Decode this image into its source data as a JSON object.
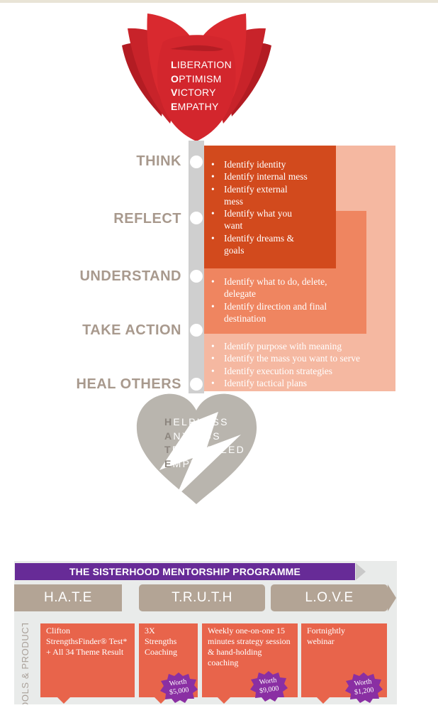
{
  "colors": {
    "tulip_red": "#d3262d",
    "stem_grey": "#cfcfcf",
    "label_taupe": "#a8998d",
    "box_dark": "#d24a1d",
    "box_mid": "#ef8560",
    "box_light": "#f5b8a1",
    "heart_grey": "#b9b5ae",
    "programme_purple": "#672b97",
    "stage_bar": "#b3a495",
    "card_coral": "#e8644b",
    "badge_purple": "#8a2fa3"
  },
  "love": [
    {
      "initial": "L",
      "rest": "IBERATION"
    },
    {
      "initial": "O",
      "rest": "PTIMISM"
    },
    {
      "initial": "V",
      "rest": "ICTORY"
    },
    {
      "initial": "E",
      "rest": "MPATHY"
    }
  ],
  "stages": [
    "THINK",
    "REFLECT",
    "UNDERSTAND",
    "TAKE ACTION",
    "HEAL OTHERS"
  ],
  "box_dark_items": [
    "Identify identity",
    "Identify internal mess",
    "Identify external mess",
    "Identify what you want",
    "Identify dreams & goals"
  ],
  "box_mid_items": [
    "Identify what to do, delete, delegate",
    "Identify direction and final destination"
  ],
  "box_light_items": [
    "Identify purpose with meaning",
    "Identify the mass you want to serve",
    "Identify execution strategies",
    "Identify tactical plans"
  ],
  "hate": [
    {
      "initial": "H",
      "rest": "ELPLESS"
    },
    {
      "initial": "A",
      "rest": "NXIOUS"
    },
    {
      "initial": "T",
      "rest": "ERRORIZED"
    },
    {
      "initial": "E",
      "rest": "MPTY"
    }
  ],
  "programme": {
    "title": "THE SISTERHOOD MENTORSHIP PROGRAMME",
    "stage_bars": [
      "H.A.T.E",
      "T.R.U.T.H",
      "L.O.V.E"
    ],
    "side_label": "TOOLS & PRODUCTS",
    "cards": [
      "Clifton StrengthsFinder® Test* + All 34 Theme Result",
      "3X Strengths Coaching",
      "Weekly one-on-one 15 minutes strategy session & hand-holding coaching",
      "Fortnightly webinar"
    ],
    "badges": [
      {
        "word": "Worth",
        "amount": "$5,000"
      },
      {
        "word": "Worth",
        "amount": "$9,000"
      },
      {
        "word": "Worth",
        "amount": "$1,200"
      }
    ]
  }
}
